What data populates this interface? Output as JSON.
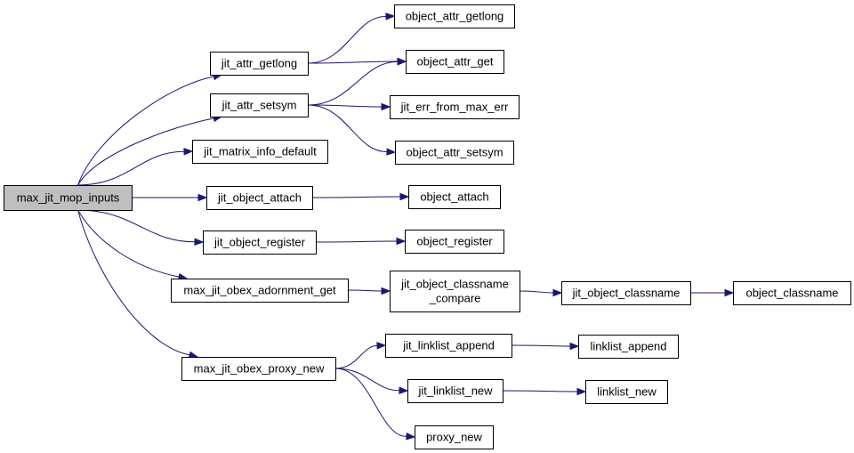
{
  "graph": {
    "nodes": {
      "max_jit_mop_inputs": {
        "lines": [
          "max_jit_mop_inputs"
        ],
        "root": true
      },
      "jit_attr_getlong": {
        "lines": [
          "jit_attr_getlong"
        ]
      },
      "jit_attr_setsym": {
        "lines": [
          "jit_attr_setsym"
        ]
      },
      "jit_matrix_info_default": {
        "lines": [
          "jit_matrix_info_default"
        ]
      },
      "jit_object_attach": {
        "lines": [
          "jit_object_attach"
        ]
      },
      "jit_object_register": {
        "lines": [
          "jit_object_register"
        ]
      },
      "max_jit_obex_adornment_get": {
        "lines": [
          "max_jit_obex_adornment_get"
        ]
      },
      "max_jit_obex_proxy_new": {
        "lines": [
          "max_jit_obex_proxy_new"
        ]
      },
      "object_attr_getlong": {
        "lines": [
          "object_attr_getlong"
        ]
      },
      "object_attr_get": {
        "lines": [
          "object_attr_get"
        ]
      },
      "jit_err_from_max_err": {
        "lines": [
          "jit_err_from_max_err"
        ]
      },
      "object_attr_setsym": {
        "lines": [
          "object_attr_setsym"
        ]
      },
      "object_attach": {
        "lines": [
          "object_attach"
        ]
      },
      "object_register": {
        "lines": [
          "object_register"
        ]
      },
      "jit_object_classname_compare": {
        "lines": [
          "jit_object_classname",
          "_compare"
        ]
      },
      "jit_object_classname": {
        "lines": [
          "jit_object_classname"
        ]
      },
      "object_classname": {
        "lines": [
          "object_classname"
        ]
      },
      "jit_linklist_append": {
        "lines": [
          "jit_linklist_append"
        ]
      },
      "linklist_append": {
        "lines": [
          "linklist_append"
        ]
      },
      "jit_linklist_new": {
        "lines": [
          "jit_linklist_new"
        ]
      },
      "linklist_new": {
        "lines": [
          "linklist_new"
        ]
      },
      "proxy_new": {
        "lines": [
          "proxy_new"
        ]
      }
    },
    "edges": [
      [
        "max_jit_mop_inputs",
        "jit_attr_getlong"
      ],
      [
        "max_jit_mop_inputs",
        "jit_attr_setsym"
      ],
      [
        "max_jit_mop_inputs",
        "jit_matrix_info_default"
      ],
      [
        "max_jit_mop_inputs",
        "jit_object_attach"
      ],
      [
        "max_jit_mop_inputs",
        "jit_object_register"
      ],
      [
        "max_jit_mop_inputs",
        "max_jit_obex_adornment_get"
      ],
      [
        "max_jit_mop_inputs",
        "max_jit_obex_proxy_new"
      ],
      [
        "jit_attr_getlong",
        "object_attr_getlong"
      ],
      [
        "jit_attr_getlong",
        "object_attr_get"
      ],
      [
        "jit_attr_setsym",
        "object_attr_get"
      ],
      [
        "jit_attr_setsym",
        "jit_err_from_max_err"
      ],
      [
        "jit_attr_setsym",
        "object_attr_setsym"
      ],
      [
        "jit_object_attach",
        "object_attach"
      ],
      [
        "jit_object_register",
        "object_register"
      ],
      [
        "max_jit_obex_adornment_get",
        "jit_object_classname_compare"
      ],
      [
        "jit_object_classname_compare",
        "jit_object_classname"
      ],
      [
        "jit_object_classname",
        "object_classname"
      ],
      [
        "max_jit_obex_proxy_new",
        "jit_linklist_append"
      ],
      [
        "max_jit_obex_proxy_new",
        "jit_linklist_new"
      ],
      [
        "max_jit_obex_proxy_new",
        "proxy_new"
      ],
      [
        "jit_linklist_append",
        "linklist_append"
      ],
      [
        "jit_linklist_new",
        "linklist_new"
      ]
    ]
  }
}
